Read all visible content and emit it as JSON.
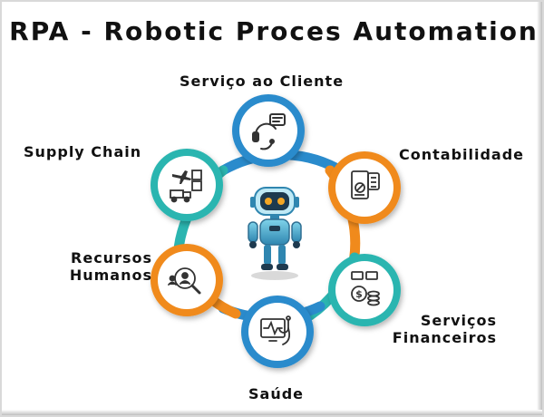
{
  "title": "RPA - Robotic Proces Automation",
  "hub": {
    "icon": "robot-icon"
  },
  "nodes": [
    {
      "id": "servico",
      "label": "Serviço ao Cliente",
      "icon": "customer-service-headset-icon",
      "color": "#2a8bcc"
    },
    {
      "id": "contabilidade",
      "label": "Contabilidade",
      "icon": "accounting-calculator-icon",
      "color": "#f08a1c"
    },
    {
      "id": "servicos-financeiros",
      "label_lines": [
        "Serviços",
        "Financeiros"
      ],
      "icon": "financial-coins-icon",
      "color": "#2bb5b0"
    },
    {
      "id": "saude",
      "label": "Saúde",
      "icon": "health-monitor-stethoscope-icon",
      "color": "#2a8bcc"
    },
    {
      "id": "recursos-humanos",
      "label_lines": [
        "Recursos",
        "Humanos"
      ],
      "icon": "people-search-icon",
      "color": "#f08a1c"
    },
    {
      "id": "supply-chain",
      "label": "Supply Chain",
      "icon": "logistics-plane-truck-icon",
      "color": "#2bb5b0"
    }
  ],
  "colors": {
    "blue": "#2a8bcc",
    "orange": "#f08a1c",
    "teal": "#2bb5b0"
  }
}
